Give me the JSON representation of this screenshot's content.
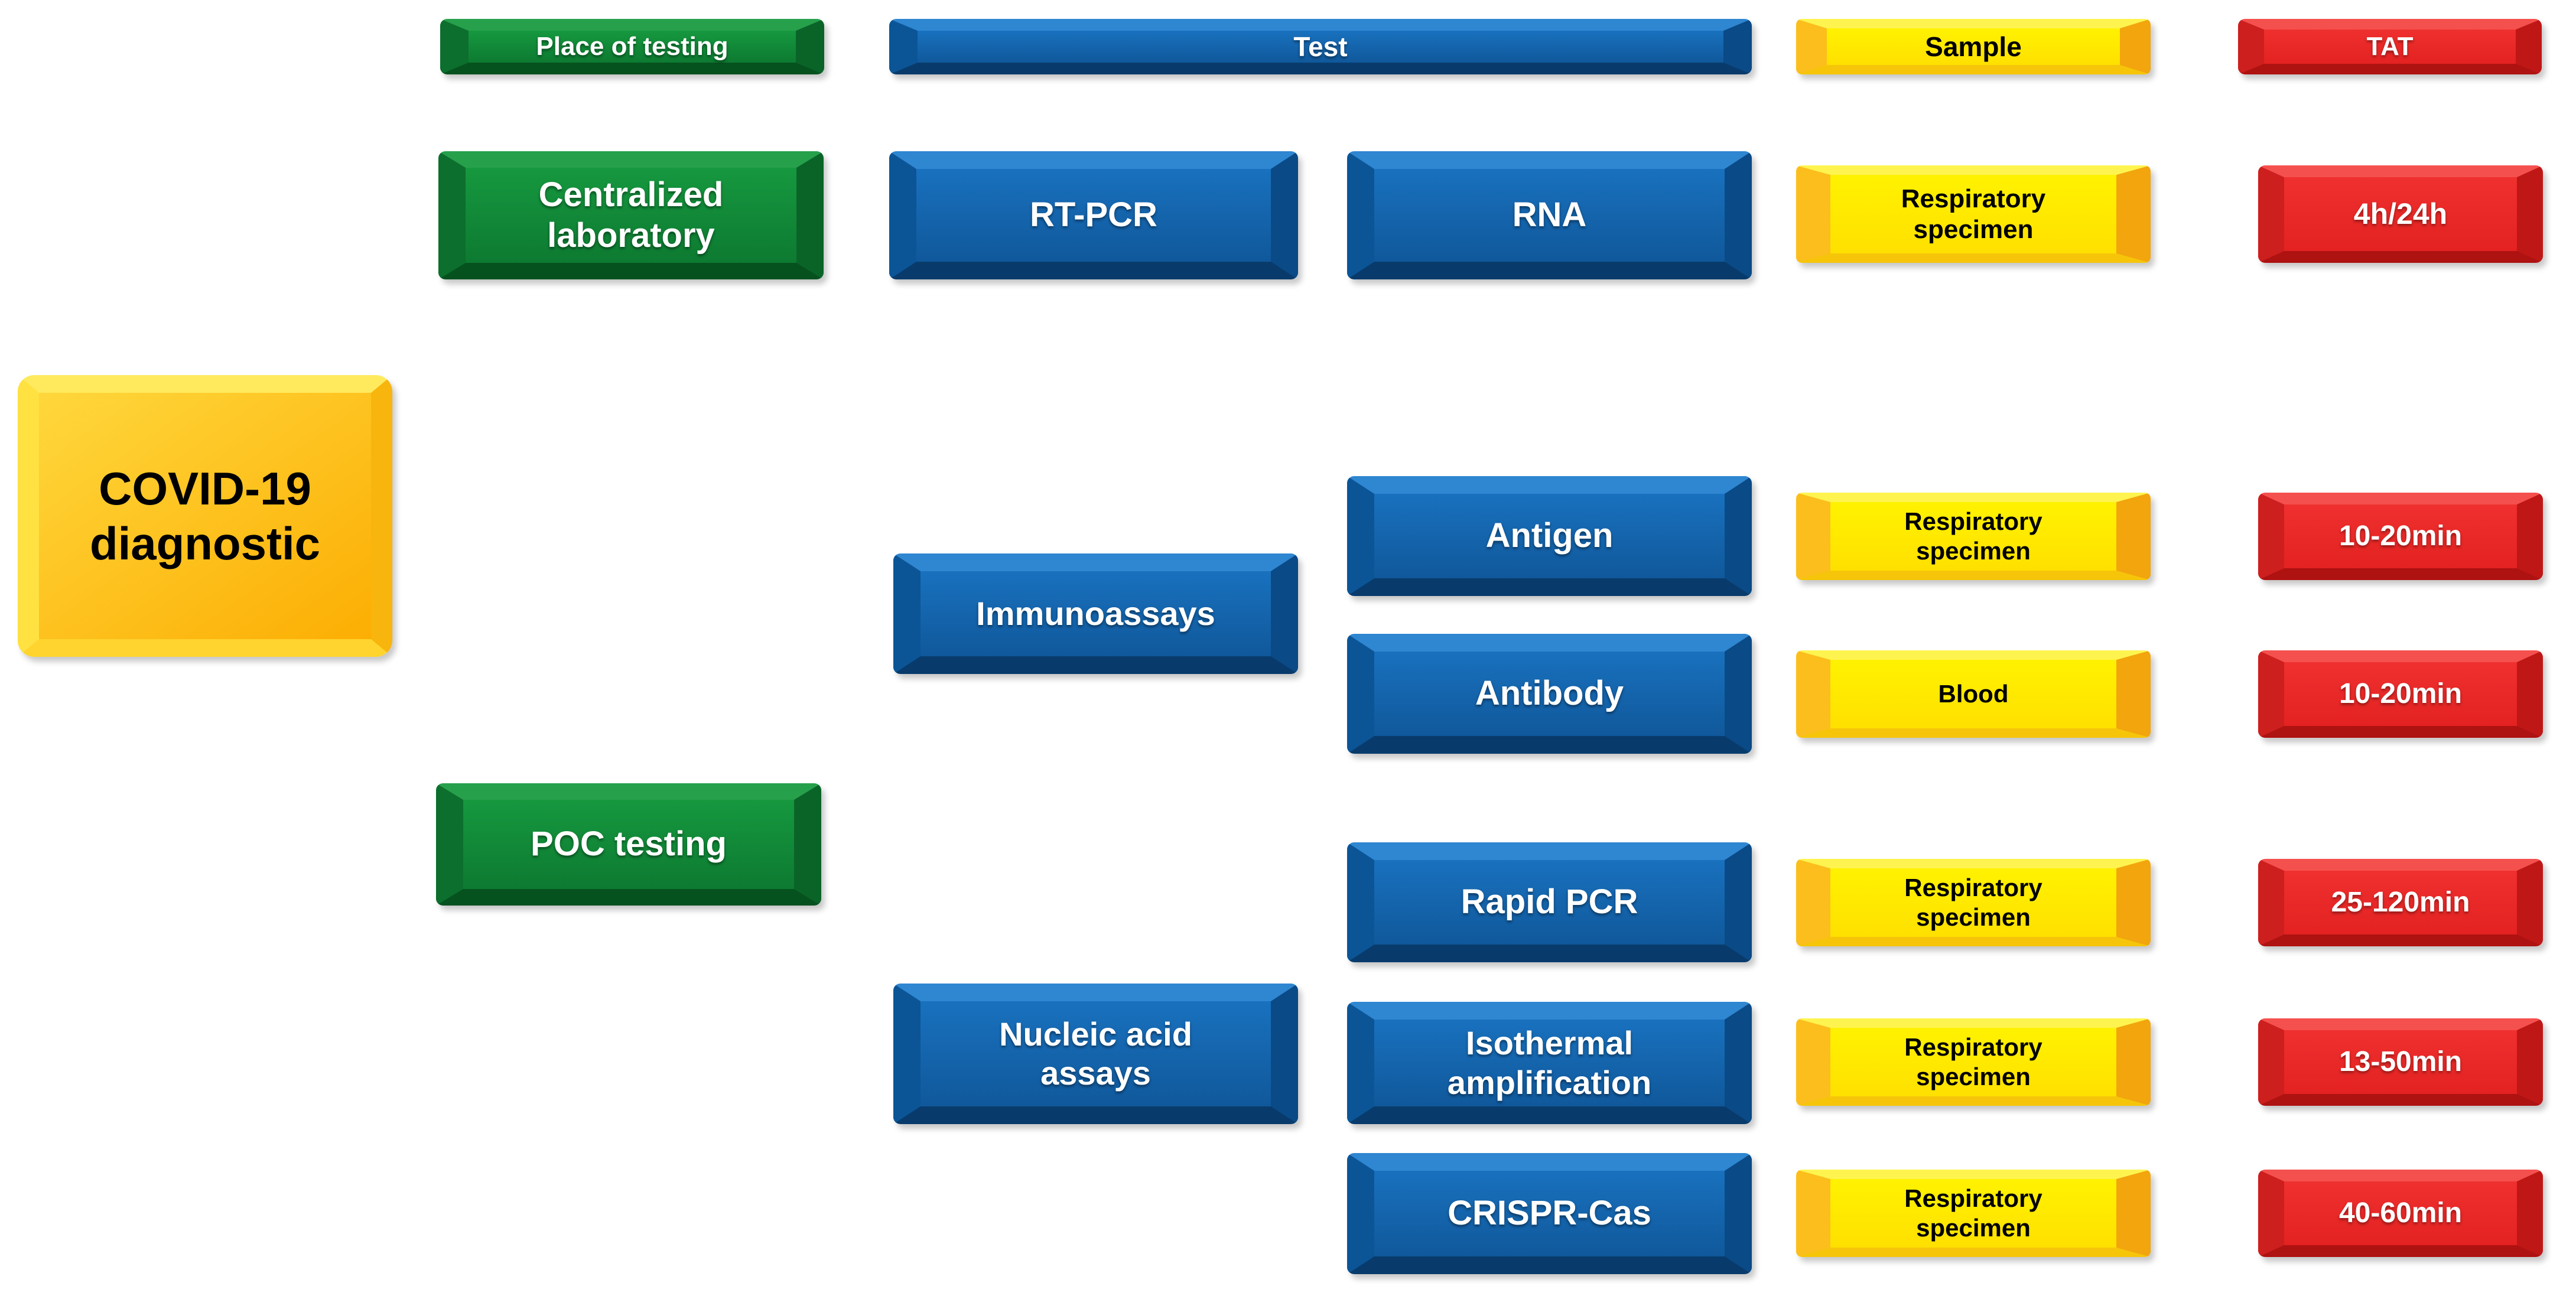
{
  "figure": "COVID-19 diagnostic testing overview",
  "colors": {
    "green": "#0D7A31",
    "blue": "#10589B",
    "yellow": "#FFE800",
    "red": "#E32221",
    "gold": "#FCB403"
  },
  "headers": {
    "place": "Place of testing",
    "test": "Test",
    "sample": "Sample",
    "tat": "TAT"
  },
  "root": {
    "label": "COVID-19\ndiagnostic"
  },
  "branches": {
    "centralized": {
      "place": "Centralized\nlaboratory",
      "rows": [
        {
          "test": "RT-PCR",
          "subtest": "RNA",
          "sample": "Respiratory\nspecimen",
          "tat": "4h/24h"
        }
      ]
    },
    "poc": {
      "place": "POC testing",
      "groups": [
        {
          "test": "Immunoassays",
          "rows": [
            {
              "subtest": "Antigen",
              "sample": "Respiratory\nspecimen",
              "tat": "10-20min"
            },
            {
              "subtest": "Antibody",
              "sample": "Blood",
              "tat": "10-20min"
            }
          ]
        },
        {
          "test": "Nucleic acid\nassays",
          "rows": [
            {
              "subtest": "Rapid PCR",
              "sample": "Respiratory\nspecimen",
              "tat": "25-120min"
            },
            {
              "subtest": "Isothermal\namplification",
              "sample": "Respiratory\nspecimen",
              "tat": "13-50min"
            },
            {
              "subtest": "CRISPR-Cas",
              "sample": "Respiratory\nspecimen",
              "tat": "40-60min"
            }
          ]
        }
      ]
    }
  }
}
